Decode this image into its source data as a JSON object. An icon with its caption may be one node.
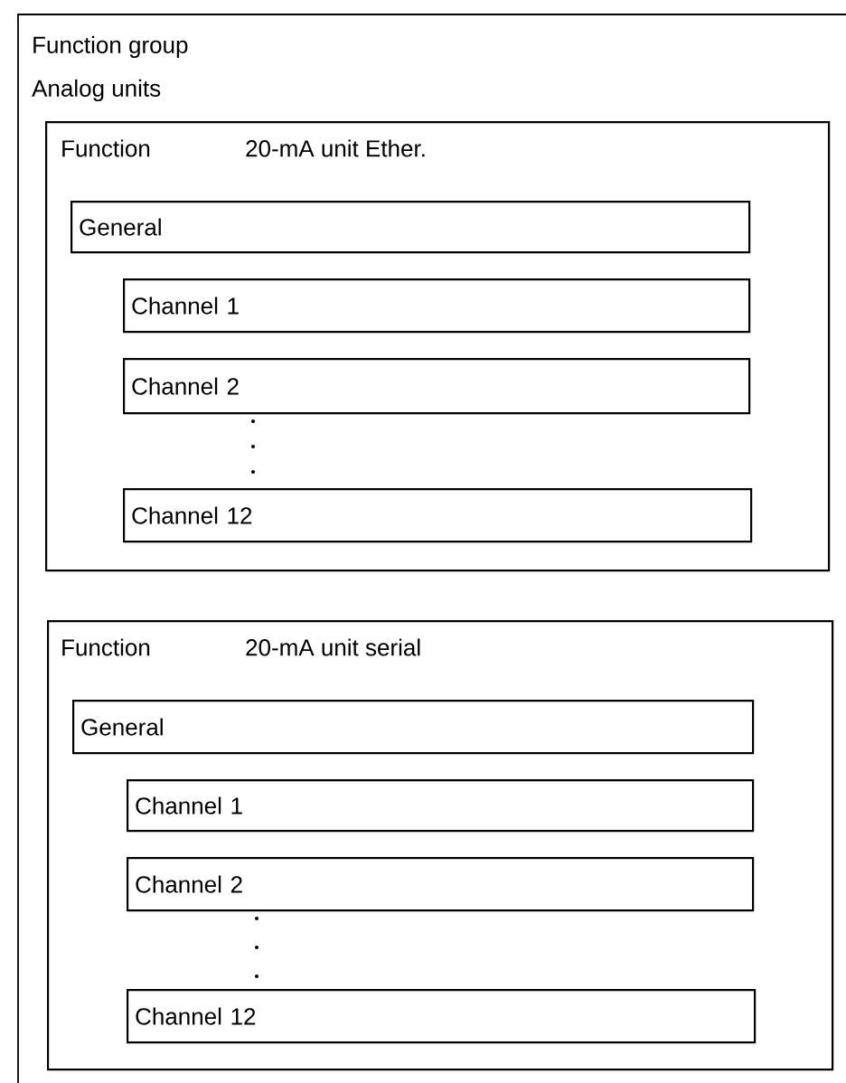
{
  "diagram": {
    "nodes": [
      {
        "text": [
          "Function group",
          "Analog units"
        ]
      },
      {
        "text": [
          "Function",
          "20-mA unit Ether."
        ],
        "in": 0
      },
      {
        "text": [
          "General"
        ],
        "in": 1
      },
      {
        "text": [
          "Channel 1"
        ],
        "in": 1
      },
      {
        "text": [
          "Channel 2"
        ],
        "in": 1
      },
      {
        "text": [
          "Channel 12"
        ],
        "in": 1
      },
      {
        "text": [
          "Function",
          "20-mA unit serial"
        ],
        "in": 0
      },
      {
        "text": [
          "General"
        ],
        "in": 6
      },
      {
        "text": [
          "Channel 1"
        ],
        "in": 6
      },
      {
        "text": [
          "Channel 2"
        ],
        "in": 6
      },
      {
        "text": [
          "Channel 12"
        ],
        "in": 6
      }
    ]
  }
}
